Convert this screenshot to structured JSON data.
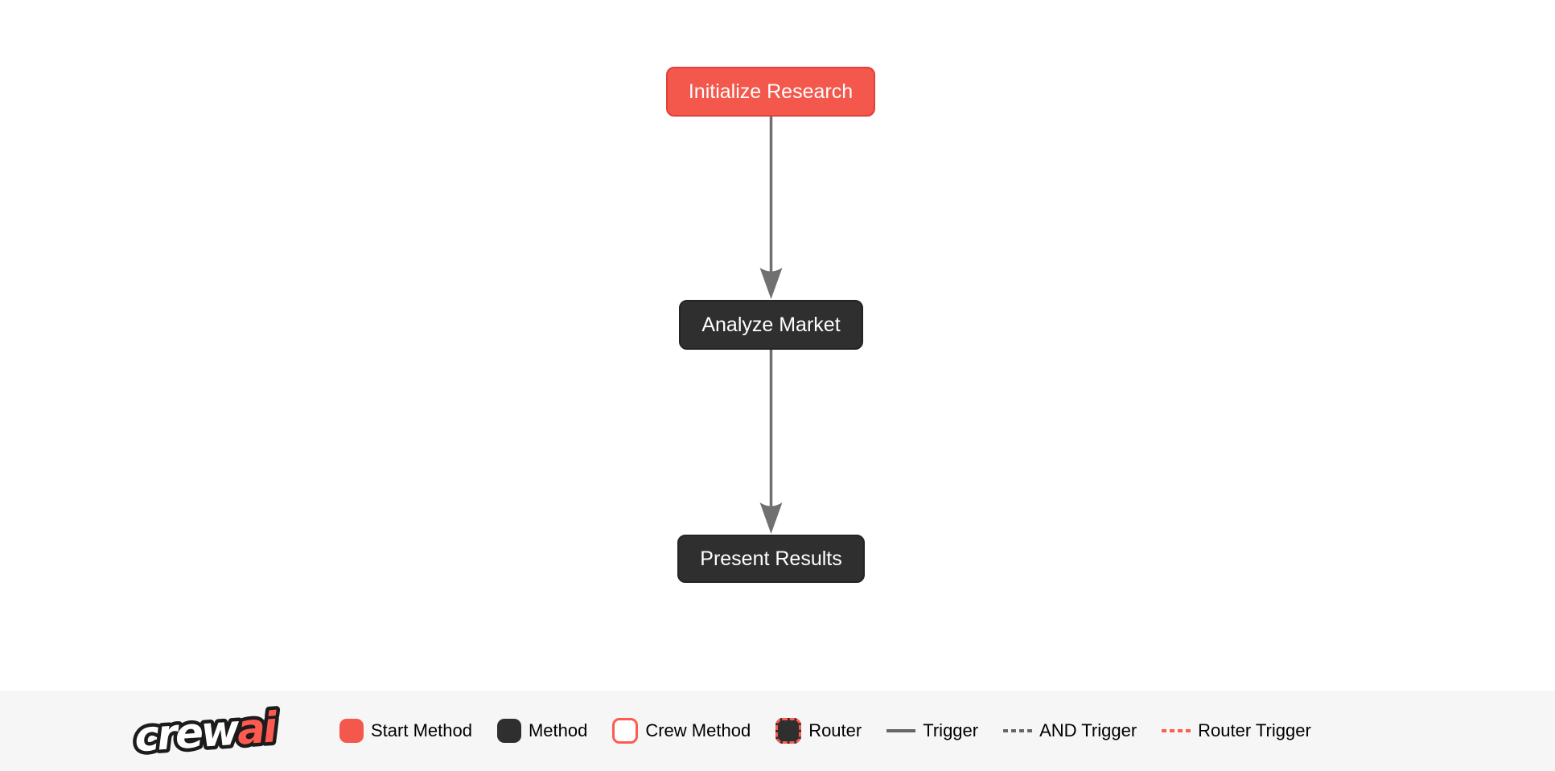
{
  "colors": {
    "brand_red": "#FF5A50",
    "start_fill": "#F4574B",
    "start_border": "#DE4337",
    "method_fill": "#2F2F2F",
    "method_border": "#242424",
    "edge_gray": "#707070",
    "trigger_gray": "#666666",
    "legend_bg": "#F6F6F7",
    "canvas_bg": "#FFFFFF",
    "node_text": "#FFFFFF",
    "legend_text": "#000000",
    "logo_outline": "#1C1C1C",
    "logo_crew": "#FFFFFF"
  },
  "flow": {
    "nodes": [
      {
        "id": "initialize_research",
        "label": "Initialize Research",
        "type": "start-method"
      },
      {
        "id": "analyze_market",
        "label": "Analyze Market",
        "type": "method"
      },
      {
        "id": "present_results",
        "label": "Present Results",
        "type": "method"
      }
    ],
    "edges": [
      {
        "from": "initialize_research",
        "to": "analyze_market",
        "type": "trigger"
      },
      {
        "from": "analyze_market",
        "to": "present_results",
        "type": "trigger"
      }
    ]
  },
  "legend": {
    "logo": {
      "crew": "crew",
      "ai": "ai"
    },
    "items": [
      {
        "label": "Start Method",
        "swatch": "start-method-box"
      },
      {
        "label": "Method",
        "swatch": "method-box"
      },
      {
        "label": "Crew Method",
        "swatch": "crew-method-box"
      },
      {
        "label": "Router",
        "swatch": "router-box"
      },
      {
        "label": "Trigger",
        "swatch": "solid-gray-line"
      },
      {
        "label": "AND Trigger",
        "swatch": "dashed-gray-line"
      },
      {
        "label": "Router Trigger",
        "swatch": "dashed-red-line"
      }
    ]
  }
}
